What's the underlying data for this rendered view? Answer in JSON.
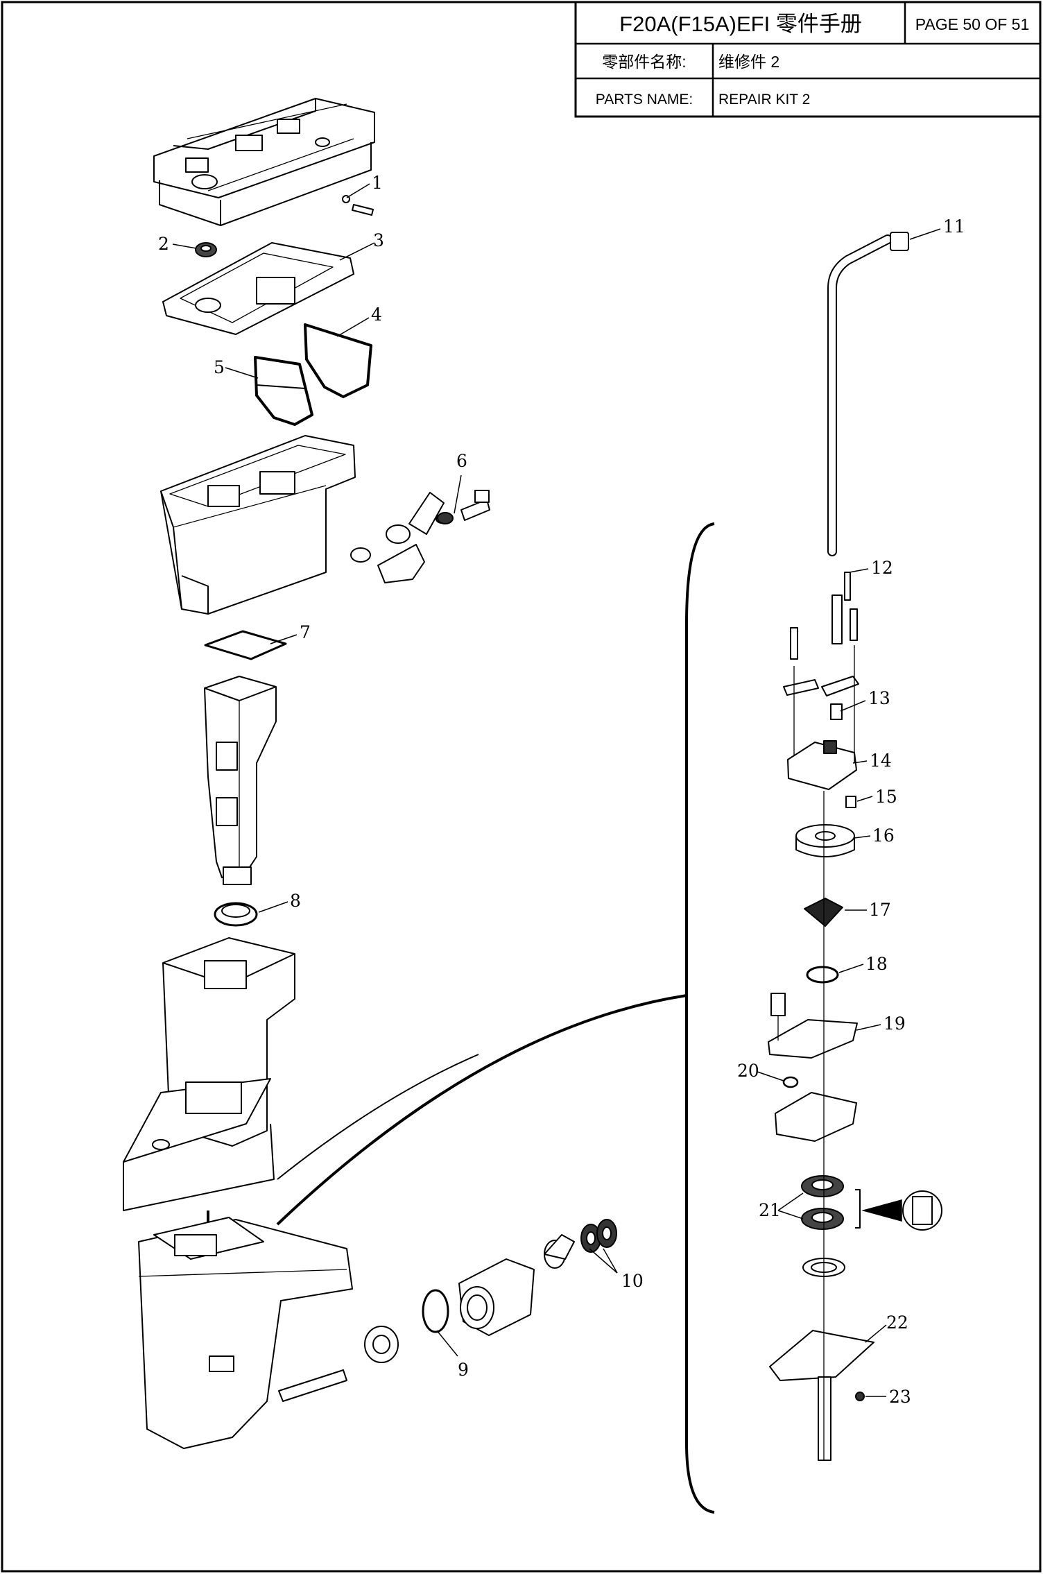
{
  "header": {
    "title": "F20A(F15A)EFI 零件手册",
    "page": "PAGE 50 OF 51",
    "cn_name_label": "零部件名称:",
    "cn_name_value": "维修件 2",
    "en_name_label": "PARTS NAME:",
    "en_name_value": "REPAIR KIT 2"
  },
  "callouts": [
    {
      "id": "c1",
      "text": "1"
    },
    {
      "id": "c2",
      "text": "2"
    },
    {
      "id": "c3",
      "text": "3"
    },
    {
      "id": "c4",
      "text": "4"
    },
    {
      "id": "c5",
      "text": "5"
    },
    {
      "id": "c6",
      "text": "6"
    },
    {
      "id": "c7",
      "text": "7"
    },
    {
      "id": "c8",
      "text": "8"
    },
    {
      "id": "c9",
      "text": "9"
    },
    {
      "id": "c10",
      "text": "10"
    },
    {
      "id": "c11",
      "text": "11"
    },
    {
      "id": "c12",
      "text": "12"
    },
    {
      "id": "c13",
      "text": "13"
    },
    {
      "id": "c14",
      "text": "14"
    },
    {
      "id": "c15",
      "text": "15"
    },
    {
      "id": "c16",
      "text": "16"
    },
    {
      "id": "c17",
      "text": "17"
    },
    {
      "id": "c18",
      "text": "18"
    },
    {
      "id": "c19",
      "text": "19"
    },
    {
      "id": "c20",
      "text": "20"
    },
    {
      "id": "c21",
      "text": "21"
    },
    {
      "id": "c22",
      "text": "22"
    },
    {
      "id": "c23",
      "text": "23"
    }
  ]
}
